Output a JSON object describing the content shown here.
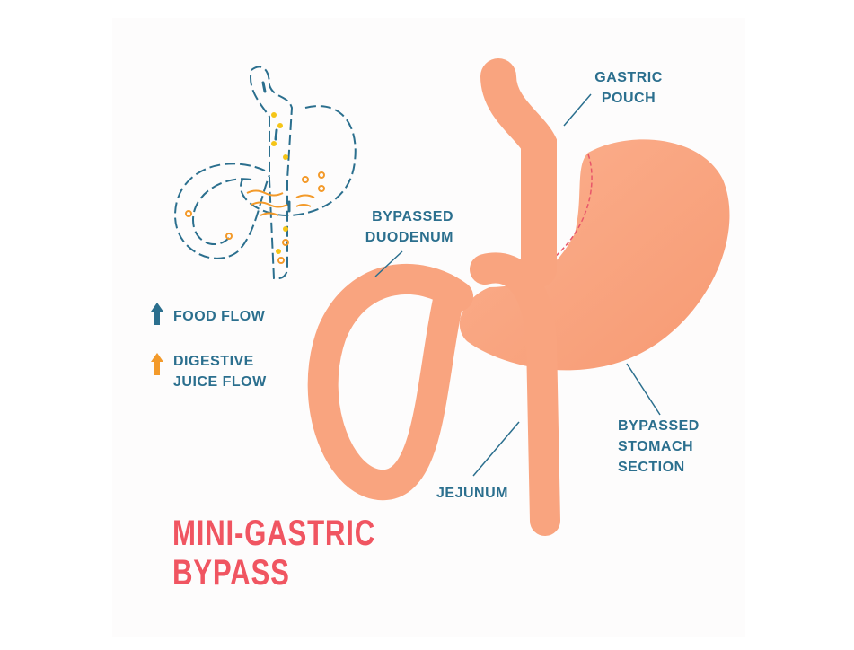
{
  "title": {
    "line1": "MINI-GASTRIC",
    "line2": "BYPASS"
  },
  "labels": {
    "gastric_pouch": [
      "GASTRIC",
      "POUCH"
    ],
    "bypassed_duodenum": [
      "BYPASSED",
      "DUODENUM"
    ],
    "bypassed_stomach": [
      "BYPASSED",
      "STOMACH",
      "SECTION"
    ],
    "jejunum": "JEJUNUM"
  },
  "legend": {
    "food_flow": "FOOD FLOW",
    "juice_flow": [
      "DIGESTIVE",
      "JUICE FLOW"
    ]
  },
  "colors": {
    "organ": "#f9a47f",
    "text": "#2b6f8e",
    "title": "#f05561",
    "food": "#2b6f8e",
    "juice": "#f39a2a",
    "dots": "#f5c518"
  }
}
